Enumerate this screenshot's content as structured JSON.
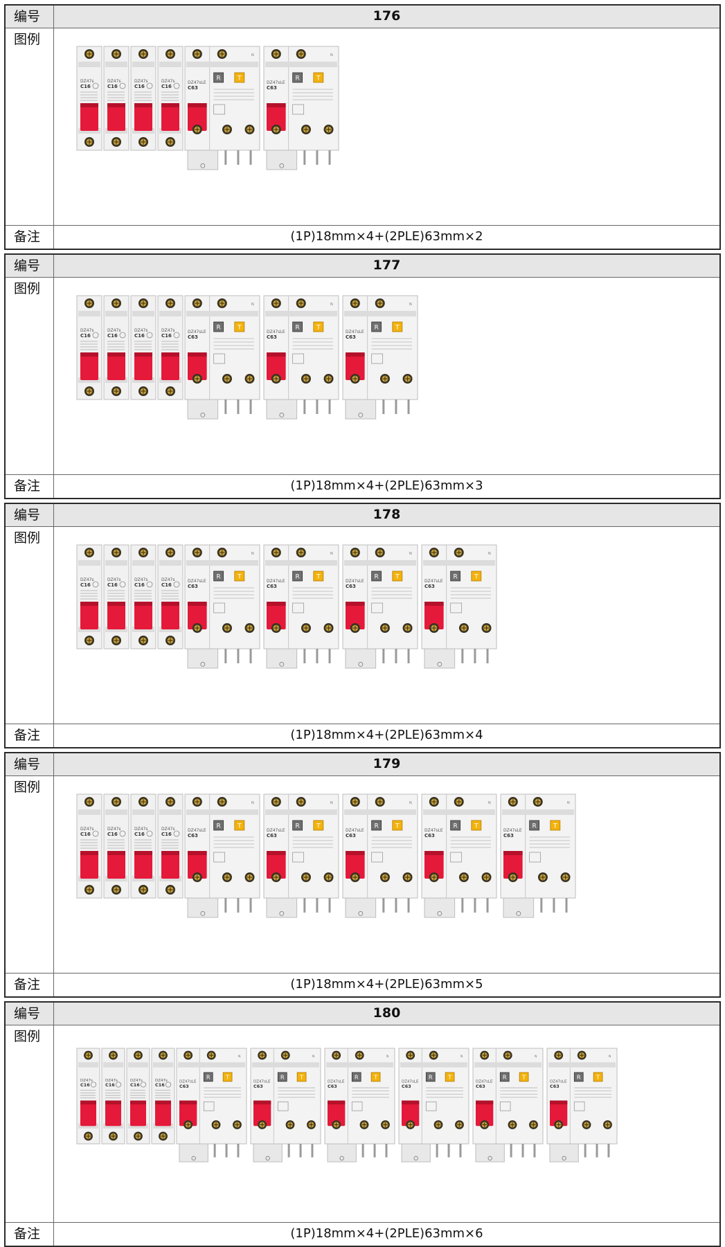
{
  "labels": {
    "number": "编号",
    "figure": "图例",
    "note": "备注"
  },
  "rows": [
    {
      "id": "176",
      "note": "(1P)18mm×4+(2PLE)63mm×2",
      "mcb_count": 4,
      "rcbo_count": 2
    },
    {
      "id": "177",
      "note": "(1P)18mm×4+(2PLE)63mm×3",
      "mcb_count": 4,
      "rcbo_count": 3
    },
    {
      "id": "178",
      "note": "(1P)18mm×4+(2PLE)63mm×4",
      "mcb_count": 4,
      "rcbo_count": 4
    },
    {
      "id": "179",
      "note": "(1P)18mm×4+(2PLE)63mm×5",
      "mcb_count": 4,
      "rcbo_count": 5
    },
    {
      "id": "180",
      "note": "(1P)18mm×4+(2PLE)63mm×6",
      "mcb_count": 4,
      "rcbo_count": 6
    }
  ],
  "device_text": {
    "mcb_model": "DZ47s",
    "mcb_rating": "C16",
    "rcbo_model": "DZ47sLE",
    "rcbo_rating": "C63",
    "test_key": "T",
    "reset_key": "R"
  },
  "colors": {
    "toggle": "#e5193a",
    "test_button": "#f3b20d",
    "reset_button": "#6f6f6f",
    "header_bg": "#e6e6e6"
  }
}
